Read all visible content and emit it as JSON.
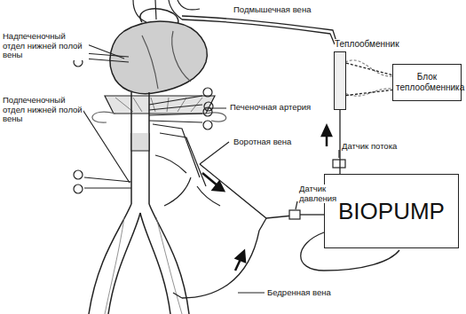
{
  "diagram": {
    "nodes": [
      {
        "text": [
          "Теплообменник"
        ]
      },
      {
        "text": [
          "Блок теплообменника"
        ]
      },
      {
        "text": [
          "BIOPUMP"
        ]
      }
    ],
    "edges": [
      {
        "from": 2,
        "to": 0,
        "arrow": "none"
      },
      {
        "from": 0,
        "to": 1,
        "arrow": "none"
      },
      {
        "from": 0,
        "to": 1,
        "arrow": "none"
      }
    ],
    "labels": [
      "Подмышечная вена",
      "Надпеченочный отдел нижней полой вены",
      "Подпеченочный отдел нижней полой вены",
      "Печеночная артерия",
      "Воротная вена",
      "Датчик потока",
      "Датчик давления",
      "Бедренная вена"
    ]
  }
}
